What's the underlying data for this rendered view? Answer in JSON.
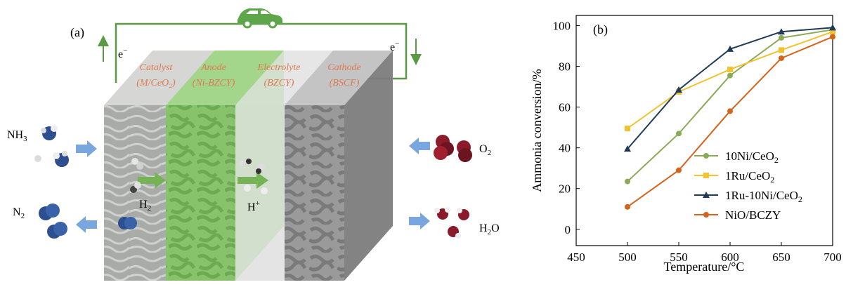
{
  "panel_a": {
    "panel_label": "(a)",
    "electron_left": "e",
    "electron_right": "e",
    "electron_superscript": "−",
    "layers": [
      {
        "name": "Catalyst",
        "detail": "(M/CeO₂)"
      },
      {
        "name": "Anode",
        "detail": "(Ni-BZCY)"
      },
      {
        "name": "Electrolyte",
        "detail": "(BZCY)"
      },
      {
        "name": "Cathode",
        "detail": "(BSCF)"
      }
    ],
    "species": {
      "nh3": "NH",
      "nh3_sub": "3",
      "n2": "N",
      "n2_sub": "2",
      "h2": "H",
      "h2_sub": "2",
      "h_plus": "H",
      "h_plus_sup": "+",
      "o2": "O",
      "o2_sub": "2",
      "h2o": "H",
      "h2o_sub": "2",
      "h2o_tail": "O"
    },
    "colors": {
      "circuit": "#5b9a45",
      "car": "#5ea64a",
      "anode": "#86c46a",
      "arrow_blue": "#7aa6e0",
      "arrow_green": "#76b356",
      "layer_label": "#e07a52"
    }
  },
  "panel_b": {
    "panel_label": "(b)"
  },
  "chart_data": {
    "type": "line",
    "xlabel": "Temperature/°C",
    "ylabel": "Ammonia conversion/%",
    "xlim": [
      450,
      700
    ],
    "ylim": [
      -8,
      105
    ],
    "xticks": [
      450,
      500,
      550,
      600,
      650,
      700
    ],
    "yticks": [
      0,
      20,
      40,
      60,
      80,
      100
    ],
    "legend_position": "lower-right",
    "grid": false,
    "series": [
      {
        "name_main": "10Ni/CeO",
        "name_sub": "2",
        "color": "#8aab55",
        "marker": "circle",
        "x": [
          500,
          550,
          600,
          650,
          700
        ],
        "y": [
          23.5,
          47,
          75.5,
          94,
          98
        ]
      },
      {
        "name_main": "1Ru/CeO",
        "name_sub": "2",
        "color": "#f2c230",
        "marker": "square",
        "x": [
          500,
          550,
          600,
          650,
          700
        ],
        "y": [
          49.5,
          67.5,
          78.5,
          88,
          97
        ]
      },
      {
        "name_main": "1Ru-10Ni/CeO",
        "name_sub": "2",
        "color": "#1f3b57",
        "marker": "triangle",
        "x": [
          500,
          550,
          600,
          650,
          700
        ],
        "y": [
          39.5,
          68.5,
          88.5,
          97,
          99
        ]
      },
      {
        "name_main": "NiO/BCZY",
        "name_sub": "",
        "color": "#d4641c",
        "marker": "circle",
        "x": [
          500,
          550,
          600,
          650,
          700
        ],
        "y": [
          11,
          29,
          58,
          84,
          94.5
        ]
      }
    ]
  }
}
